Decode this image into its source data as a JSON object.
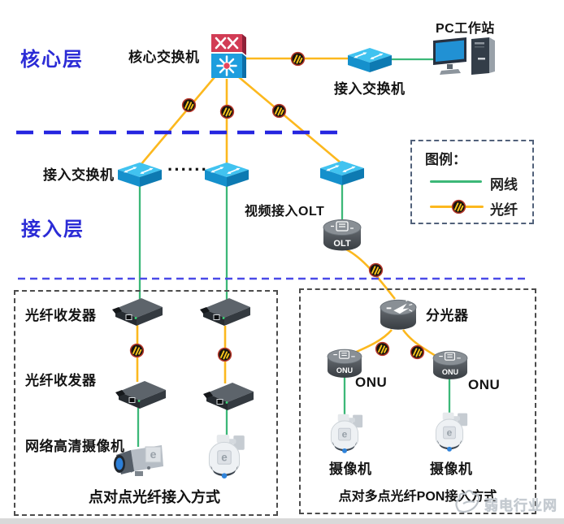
{
  "layers": {
    "core": "核心层",
    "access": "接入层"
  },
  "devices": {
    "core_switch": "核心交换机",
    "pc": "PC工作站",
    "access_switch": "接入交换机",
    "ellipsis": "······",
    "video_olt": "视频接入OLT",
    "olt_text": "OLT",
    "splitter": "分光器",
    "onu": "ONU",
    "fiber_transceiver": "光纤收发器",
    "hd_camera": "网络高清摄像机",
    "camera": "摄像机",
    "camera_logo": "e"
  },
  "captions": {
    "p2p": "点对点光纤接入方式",
    "pon": "点对多点光纤PON接入方式"
  },
  "legend": {
    "title": "图例：",
    "ethernet_label": "网线",
    "fiber_label": "光纤"
  },
  "watermark": "弱电行业网",
  "colors": {
    "ethernet_line": "#3cb878",
    "fiber_line": "#fcb81e",
    "layer_label": "#2b2bd6",
    "core_boundary": "#2525e0",
    "terminal_boundary": "#4a4ae8",
    "zone_border": "#4c4c4c"
  }
}
